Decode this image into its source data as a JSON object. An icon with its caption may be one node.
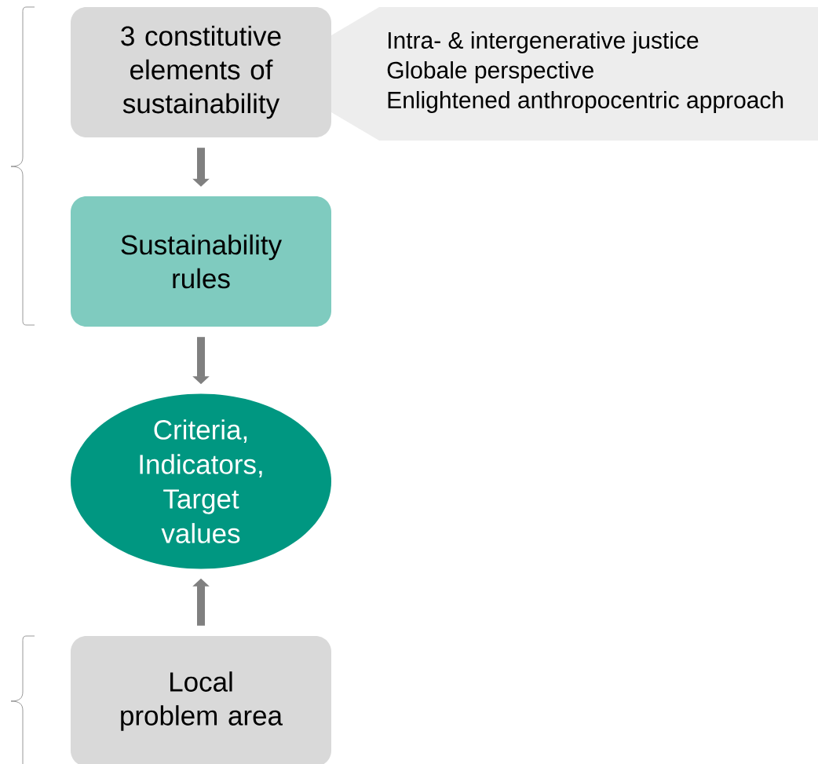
{
  "diagram": {
    "nodes": [
      {
        "text": [
          "3 constitutive elements of sustainability"
        ]
      },
      {
        "text": [
          "Intra- & intergenerative justice",
          "Globale perspective",
          "Enlightened anthropocentric approach"
        ]
      },
      {
        "text": [
          "Sustainability rules"
        ]
      },
      {
        "text": [
          "Criteria, Indicators, Target values"
        ]
      },
      {
        "text": [
          "Local problem area"
        ]
      }
    ],
    "edges": [
      {
        "from": 0,
        "to": 2,
        "arrow": "to"
      },
      {
        "from": 2,
        "to": 3,
        "arrow": "to"
      },
      {
        "from": 4,
        "to": 3,
        "arrow": "to"
      }
    ]
  }
}
